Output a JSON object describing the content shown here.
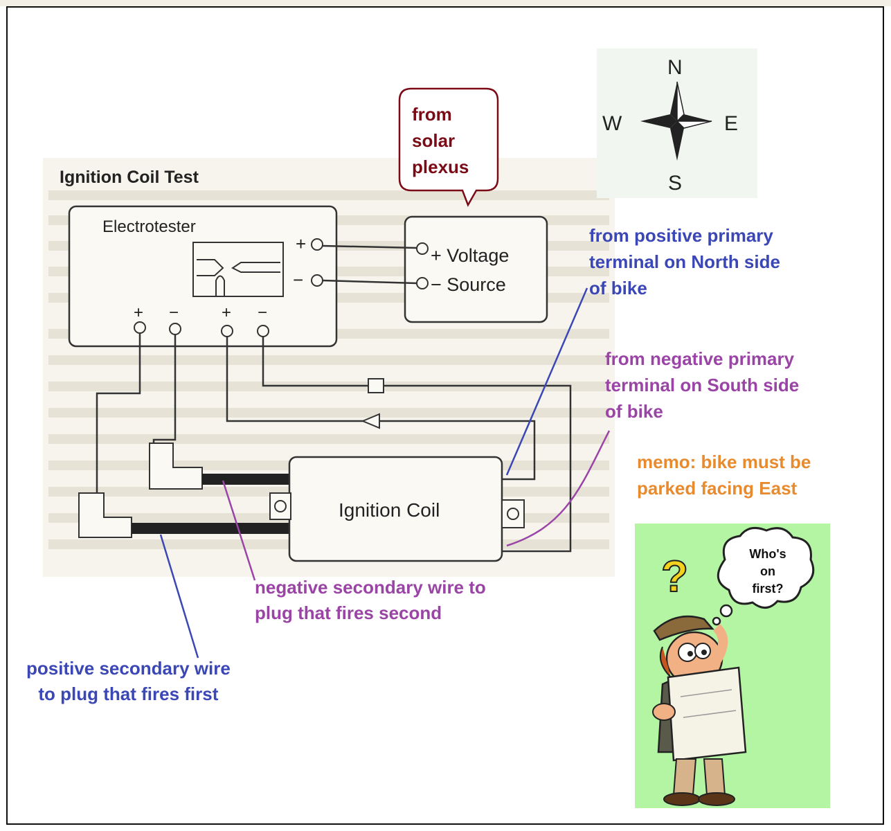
{
  "diagram": {
    "title": "Ignition Coil Test",
    "electrotester": "Electrotester",
    "source_plus": "+",
    "source_minus": "−",
    "voltage_label": "+ Voltage",
    "source_label": "− Source",
    "terminals": [
      "+",
      "−",
      "+",
      "−"
    ],
    "coil": "Ignition Coil"
  },
  "compass": {
    "n": "N",
    "s": "S",
    "e": "E",
    "w": "W"
  },
  "callouts": {
    "solar": [
      "from",
      "solar",
      "plexus"
    ],
    "pos_primary": [
      "from positive primary",
      "terminal on North side",
      "of bike"
    ],
    "neg_primary": [
      "from negative primary",
      "terminal on South side",
      "of bike"
    ],
    "memo": [
      "memo: bike must be",
      "parked facing East"
    ],
    "neg_secondary": [
      "negative secondary wire to",
      "plug that fires second"
    ],
    "pos_secondary": [
      "positive secondary wire",
      "to plug that fires first"
    ],
    "thought": [
      "Who's",
      "on",
      "first?"
    ]
  },
  "colors": {
    "blue": "#3a47b5",
    "purple": "#9a44a6",
    "orange": "#e88a2e",
    "maroon": "#7a0b16",
    "cartoon_bg": "#b3f5a3"
  }
}
